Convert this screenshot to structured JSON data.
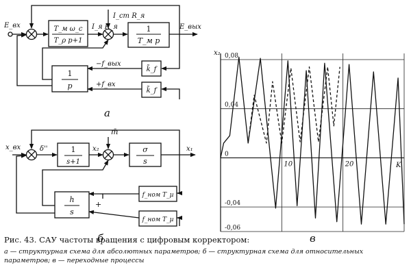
{
  "figure": {
    "panel_a": {
      "panel_label": "а",
      "input_label": "E_вх",
      "output_label": "E_вых",
      "block1": {
        "num": "T_м  ω_c",
        "den": "T_ρ p+1"
      },
      "signal_mid": "I_я R_я",
      "disturbance": "I_ст R_я",
      "block2": {
        "num": "1",
        "den": "T_м p"
      },
      "block3": {
        "num": "1",
        "den": "p"
      },
      "feedback_gain": "k̃_f",
      "sig_f_out": "−f_вых",
      "sig_f_in": "+f_вх"
    },
    "panel_b": {
      "panel_label": "б",
      "input_label": "x_вх",
      "error_label": "δ''",
      "block1": {
        "num": "1",
        "den": "s+1"
      },
      "x2_label": "x₂",
      "disturbance": "m̄",
      "block2": {
        "num": "σ",
        "den": "s"
      },
      "output_label": "x₁",
      "block3": {
        "num": "h",
        "den": "s"
      },
      "fnom1": "f_ном T_µ",
      "fnom2": "f_ном T_µ",
      "plus": "+"
    },
    "panel_c": {
      "panel_label": "в",
      "y_axis_label": "x₂",
      "x_axis_label": "K"
    },
    "caption": {
      "title": "Рис. 43. САУ частоты вращения с цифровым корректором:",
      "body": "а — структурная схема для абсолютных параметров; б — структурная схема для относительных параметров; в — переходные процессы"
    }
  },
  "chart_data": {
    "type": "line",
    "title": "",
    "xlabel": "K",
    "ylabel": "x₂",
    "xlim": [
      0,
      30
    ],
    "ylim": [
      -0.06,
      0.085
    ],
    "xticks": [
      10,
      20
    ],
    "xtick_labels": [
      "10",
      "20"
    ],
    "yticks": [
      0.08,
      0.04,
      0,
      -0.04,
      -0.06
    ],
    "ytick_labels": [
      "0,08",
      "0,04",
      "0",
      "-0,04",
      "-0,06"
    ],
    "grid": true,
    "series": [
      {
        "style": "solid",
        "x": [
          0,
          0.5,
          1.5,
          3,
          4.5,
          6.5,
          9,
          11,
          12.5,
          14,
          15.5,
          17,
          19,
          21,
          23,
          25,
          27,
          29,
          30
        ],
        "y": [
          0,
          0.012,
          0.018,
          0.082,
          0.012,
          0.081,
          -0.041,
          0.079,
          -0.039,
          0.071,
          -0.049,
          0.077,
          -0.052,
          0.076,
          -0.054,
          0.07,
          -0.054,
          0.065,
          -0.054
        ]
      },
      {
        "style": "dashed",
        "x": [
          4.5,
          5.5,
          7.5,
          8.5,
          10,
          11.5,
          13,
          14.5,
          16,
          17.5,
          18.5,
          19.5
        ],
        "y": [
          0.012,
          0.051,
          0.012,
          0.062,
          0.012,
          0.073,
          0.013,
          0.074,
          0.013,
          0.074,
          0.026,
          0.074
        ]
      }
    ]
  }
}
